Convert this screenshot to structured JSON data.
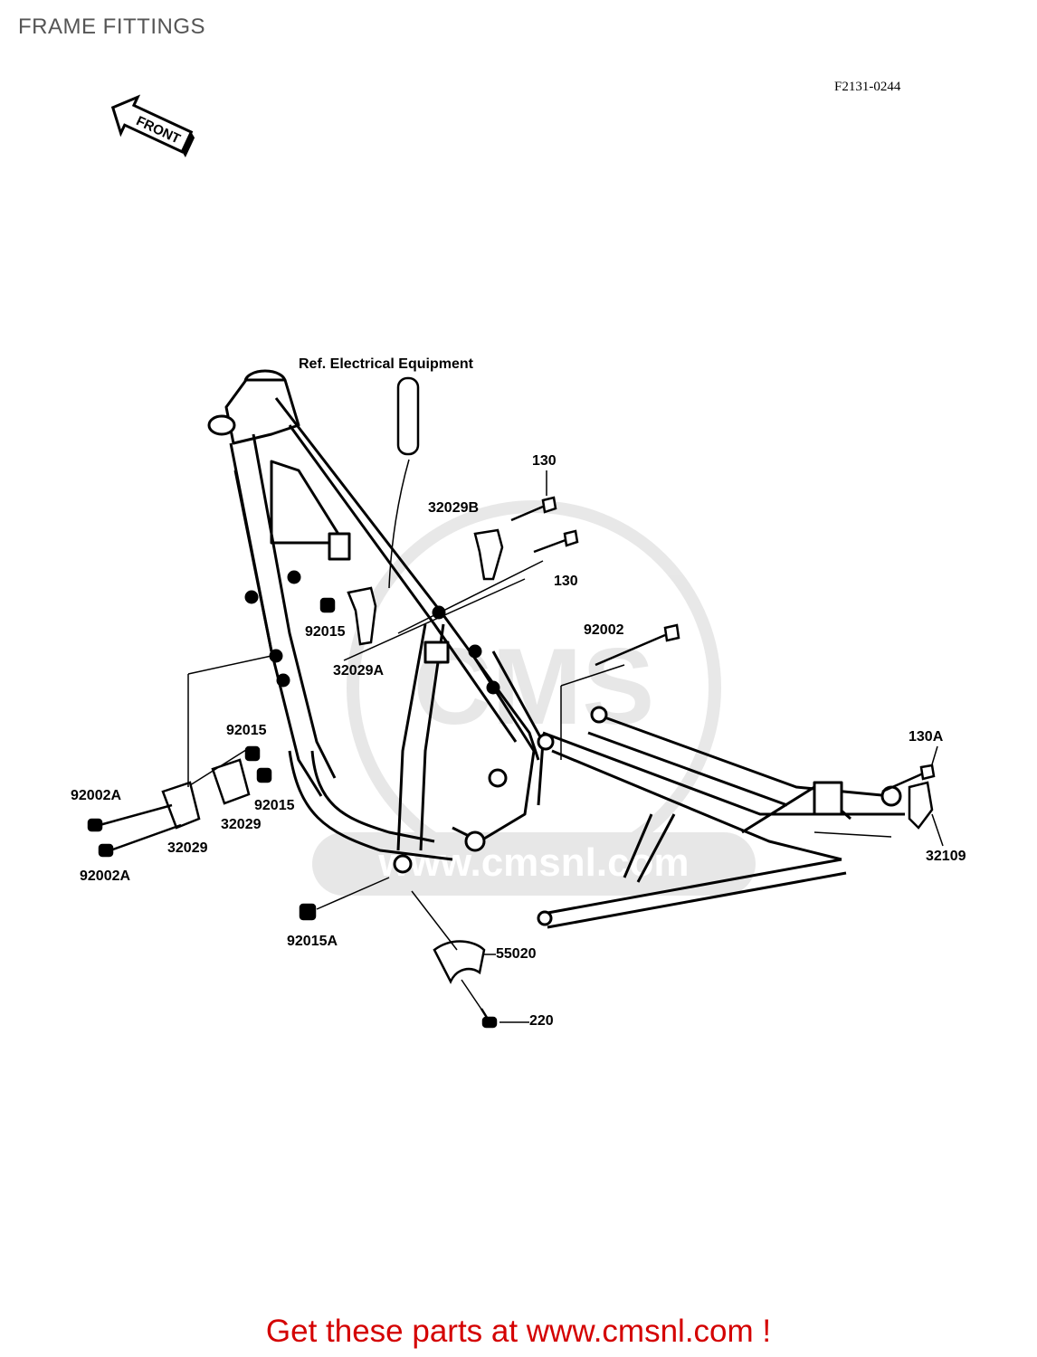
{
  "page": {
    "title": "FRAME FITTINGS",
    "diagram_code": "F2131-0244"
  },
  "front_arrow": {
    "label": "FRONT"
  },
  "watermark": {
    "text": "www.cmsnl.com",
    "brand": "CMS"
  },
  "ref_note": "Ref. Electrical Equipment",
  "labels": {
    "bolt_130_top": "130",
    "bolt_130_lower": "130",
    "bracket_32029B": "32029B",
    "nut_92015_upper": "92015",
    "bracket_32029A": "32029A",
    "bolt_92002": "92002",
    "nut_92015_left_top": "92015",
    "nut_92015_left_lower": "92015",
    "bolt_92002A_top": "92002A",
    "bolt_92002A_bottom": "92002A",
    "plate_32029_right": "32029",
    "plate_32029_left": "32029",
    "nut_92015A": "92015A",
    "guard_55020": "55020",
    "screw_220": "220",
    "bolt_130A": "130A",
    "bracket_32109": "32109"
  },
  "footer": "Get these parts at www.cmsnl.com !",
  "colors": {
    "footer": "#d40000",
    "line": "#000000",
    "background": "#ffffff"
  }
}
